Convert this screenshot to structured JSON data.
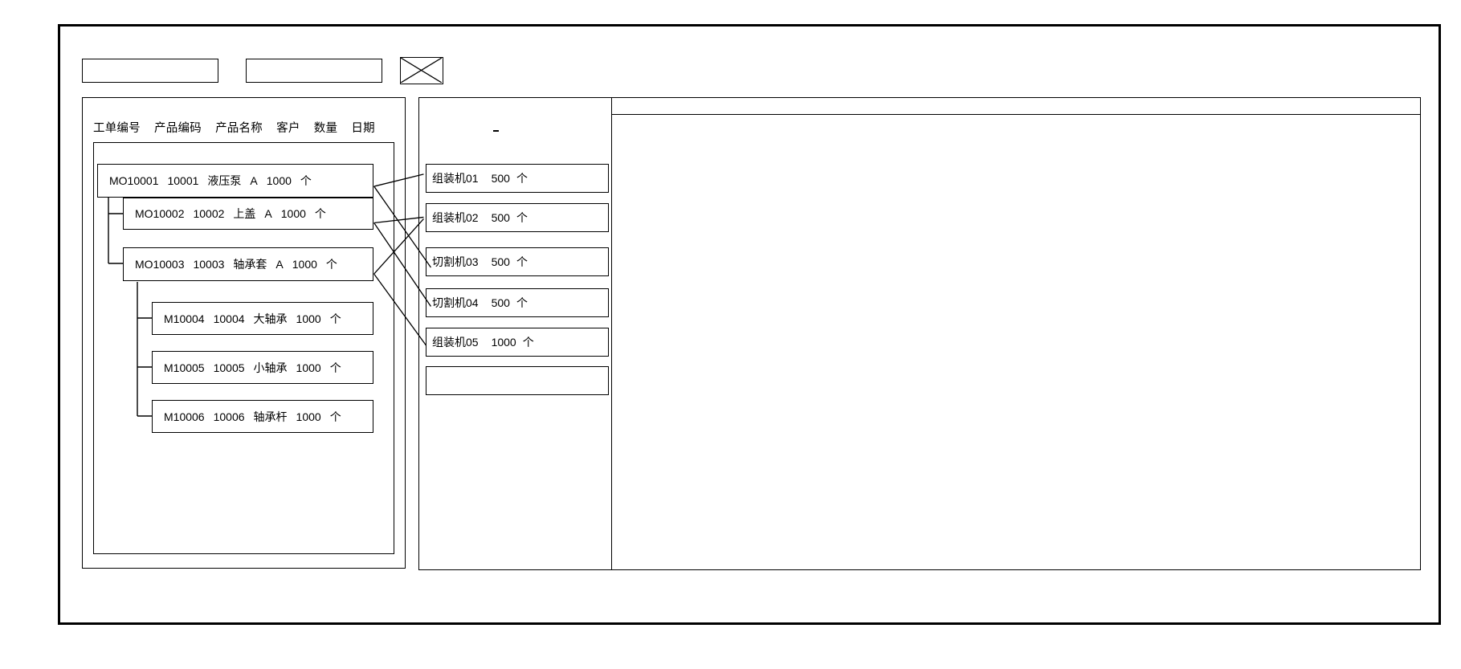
{
  "window": {
    "title": ""
  },
  "toolbar": {
    "field1_value": "",
    "field2_value": "",
    "image_placeholder_name": "crossed-box-icon"
  },
  "left_panel": {
    "columns": [
      "工单编号",
      "产品编码",
      "产品名称",
      "客户",
      "数量",
      "日期"
    ],
    "rows": [
      {
        "order_no": "MO10001",
        "product_code": "10001",
        "product_name": "液压泵",
        "customer": "A",
        "quantity": "1000",
        "unit": "个",
        "level": 0
      },
      {
        "order_no": "MO10002",
        "product_code": "10002",
        "product_name": "上盖",
        "customer": "A",
        "quantity": "1000",
        "unit": "个",
        "level": 1
      },
      {
        "order_no": "MO10003",
        "product_code": "10003",
        "product_name": "轴承套",
        "customer": "A",
        "quantity": "1000",
        "unit": "个",
        "level": 1
      },
      {
        "order_no": "M10004",
        "product_code": "10004",
        "product_name": "大轴承",
        "customer": "",
        "quantity": "1000",
        "unit": "个",
        "level": 2
      },
      {
        "order_no": "M10005",
        "product_code": "10005",
        "product_name": "小轴承",
        "customer": "",
        "quantity": "1000",
        "unit": "个",
        "level": 2
      },
      {
        "order_no": "M10006",
        "product_code": "10006",
        "product_name": "轴承杆",
        "customer": "",
        "quantity": "1000",
        "unit": "个",
        "level": 2
      }
    ]
  },
  "mid_panel": {
    "machines": [
      {
        "name": "组装机01",
        "quantity": "500",
        "unit": "个"
      },
      {
        "name": "组装机02",
        "quantity": "500",
        "unit": "个"
      },
      {
        "name": "切割机03",
        "quantity": "500",
        "unit": "个"
      },
      {
        "name": "切割机04",
        "quantity": "500",
        "unit": "个"
      },
      {
        "name": "组装机05",
        "quantity": "1000",
        "unit": "个"
      },
      {
        "name": "",
        "quantity": "",
        "unit": ""
      }
    ]
  },
  "right_panel": {
    "header_text": "",
    "body_text": ""
  },
  "colors": {
    "stroke": "#000000",
    "background": "#ffffff"
  }
}
